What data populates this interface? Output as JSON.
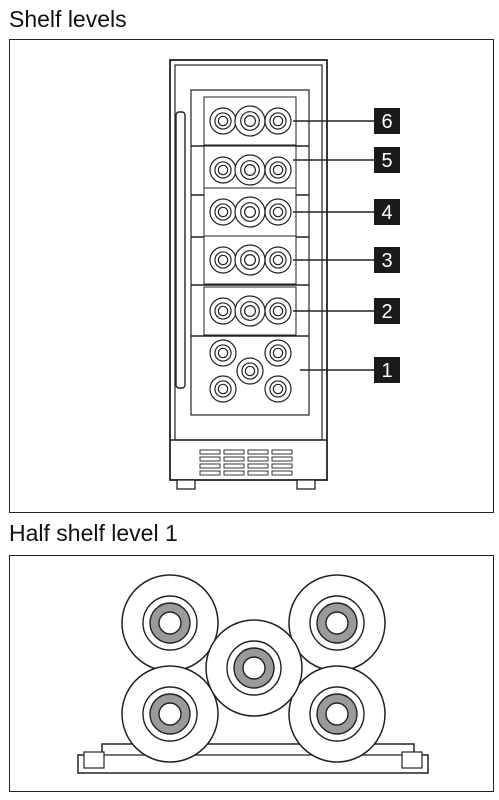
{
  "headings": {
    "shelf_levels": "Shelf levels",
    "half_shelf": "Half shelf level 1"
  },
  "shelf_labels": [
    "6",
    "5",
    "4",
    "3",
    "2",
    "1"
  ],
  "colors": {
    "line": "#222222",
    "label_bg": "#1a1a1a",
    "label_text": "#ffffff",
    "bottle_ring": "#9a9a9a"
  }
}
